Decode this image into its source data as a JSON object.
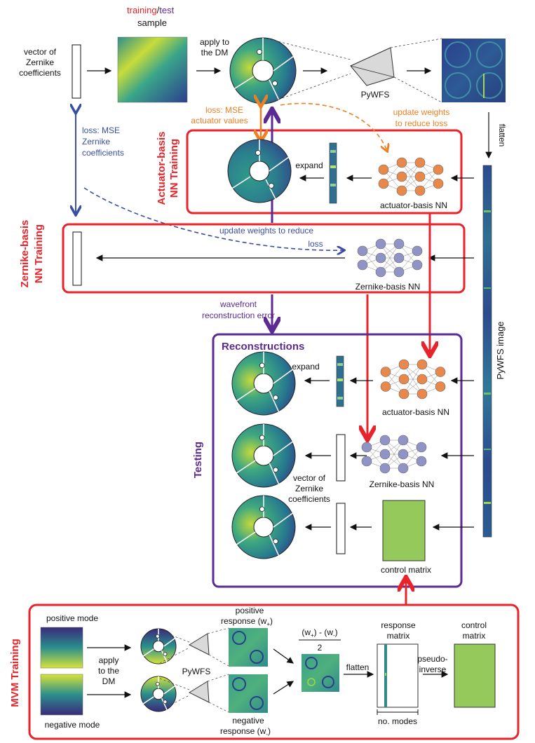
{
  "top": {
    "title_training": "training",
    "title_sep": "/",
    "title_test": "test",
    "title_sample": "sample",
    "vector_label": [
      "vector of",
      "Zernike",
      "coefficients"
    ],
    "apply_label": [
      "apply to",
      "the DM"
    ],
    "pywfs": "PyWFS",
    "flatten": "flatten"
  },
  "actuator_training": {
    "section_label": [
      "Actuator-basis",
      "NN Training"
    ],
    "loss_label": [
      "loss: MSE",
      "actuator values"
    ],
    "update_label": [
      "update weights",
      "to reduce loss"
    ],
    "expand": "expand",
    "nn_label": "actuator-basis NN"
  },
  "zernike_training": {
    "section_label": [
      "Zernike-basis",
      "NN Training"
    ],
    "loss_label": [
      "loss: MSE",
      "Zernike",
      "coefficients"
    ],
    "update_label": [
      "update weights to reduce",
      "loss"
    ],
    "nn_label": "Zernike-basis NN",
    "wavefront_error": [
      "wavefront",
      "reconstruction error"
    ]
  },
  "testing": {
    "section_label": "Testing",
    "title": "Reconstructions",
    "expand": "expand",
    "actuator_nn": "actuator-basis NN",
    "zernike_nn": "Zernike-basis NN",
    "vector_label": [
      "vector of",
      "Zernike",
      "coefficients"
    ],
    "control_matrix": "control matrix",
    "pywfs_image": "PyWFS image"
  },
  "mvm": {
    "section_label": "MVM Training",
    "positive_mode": "positive mode",
    "negative_mode": "negative mode",
    "apply_label": [
      "apply",
      "to the",
      "DM"
    ],
    "pywfs": "PyWFS",
    "positive_response": [
      "positive",
      "response (w",
      "+",
      ")"
    ],
    "negative_response": [
      "negative",
      "response (w",
      "-",
      ")"
    ],
    "formula_num": "(w+) - (w-)",
    "formula_num_parts": [
      "(w",
      "+",
      ") - (w",
      "-",
      ")"
    ],
    "formula_den": "2",
    "flatten": "flatten",
    "response_matrix": [
      "response",
      "matrix"
    ],
    "no_modes": "no. modes",
    "pseudo_inverse": [
      "pseudo-",
      "inverse"
    ],
    "control_matrix": [
      "control",
      "matrix"
    ]
  },
  "colors": {
    "red": "#e8232a",
    "purple": "#5b2a92",
    "blue": "#3a4fa3",
    "orange": "#ef7f22",
    "green": "#96c95c",
    "node_orange": "#e8884a",
    "node_blue": "#8f93c6"
  }
}
